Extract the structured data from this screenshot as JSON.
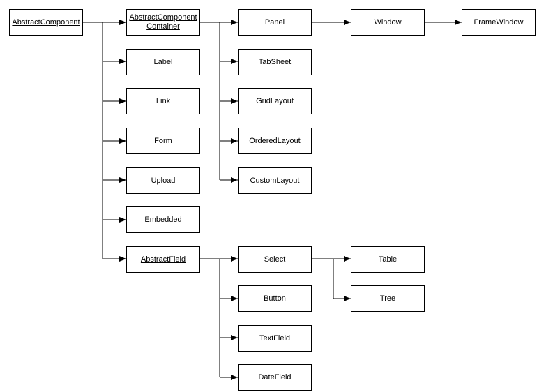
{
  "diagram": {
    "nodes": {
      "abstract_component": "AbstractComponent",
      "abstract_component_container_line1": "AbstractComponent",
      "abstract_component_container_line2": "Container",
      "label": "Label",
      "link": "Link",
      "form": "Form",
      "upload": "Upload",
      "embedded": "Embedded",
      "abstract_field": "AbstractField",
      "panel": "Panel",
      "tabsheet": "TabSheet",
      "gridlayout": "GridLayout",
      "orderedlayout": "OrderedLayout",
      "customlayout": "CustomLayout",
      "window": "Window",
      "framewindow": "FrameWindow",
      "select": "Select",
      "button": "Button",
      "textfield": "TextField",
      "datefield": "DateField",
      "table": "Table",
      "tree": "Tree"
    },
    "edges": [
      {
        "from": "abstract_component",
        "to": "abstract_component_container"
      },
      {
        "from": "abstract_component",
        "to": "label"
      },
      {
        "from": "abstract_component",
        "to": "link"
      },
      {
        "from": "abstract_component",
        "to": "form"
      },
      {
        "from": "abstract_component",
        "to": "upload"
      },
      {
        "from": "abstract_component",
        "to": "embedded"
      },
      {
        "from": "abstract_component",
        "to": "abstract_field"
      },
      {
        "from": "abstract_component_container",
        "to": "panel"
      },
      {
        "from": "abstract_component_container",
        "to": "tabsheet"
      },
      {
        "from": "abstract_component_container",
        "to": "gridlayout"
      },
      {
        "from": "abstract_component_container",
        "to": "orderedlayout"
      },
      {
        "from": "abstract_component_container",
        "to": "customlayout"
      },
      {
        "from": "panel",
        "to": "window"
      },
      {
        "from": "window",
        "to": "framewindow"
      },
      {
        "from": "abstract_field",
        "to": "select"
      },
      {
        "from": "abstract_field",
        "to": "button"
      },
      {
        "from": "abstract_field",
        "to": "textfield"
      },
      {
        "from": "abstract_field",
        "to": "datefield"
      },
      {
        "from": "select",
        "to": "table"
      },
      {
        "from": "select",
        "to": "tree"
      }
    ]
  }
}
